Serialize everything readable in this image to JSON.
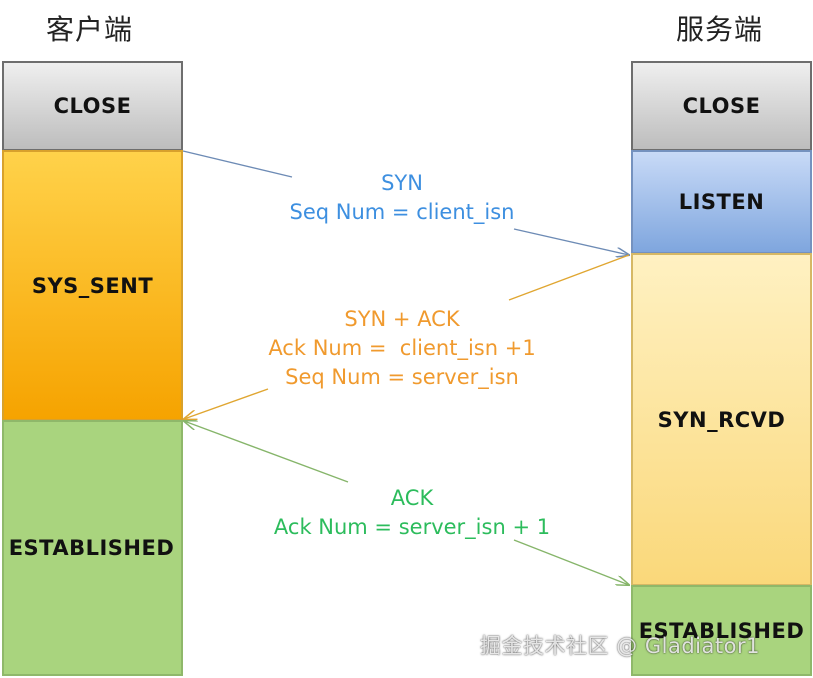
{
  "columns": {
    "client_title": "客户端",
    "server_title": "服务端"
  },
  "client_states": {
    "close": "CLOSE",
    "sys_sent": "SYS_SENT",
    "established": "ESTABLISHED"
  },
  "server_states": {
    "close": "CLOSE",
    "listen": "LISTEN",
    "syn_rcvd": "SYN_RCVD",
    "established": "ESTABLISHED"
  },
  "messages": {
    "syn": {
      "line1": "SYN",
      "line2": "Seq Num = client_isn",
      "color": "#3d8fe0"
    },
    "syn_ack": {
      "line1": "SYN + ACK",
      "line2": "Ack Num =  client_isn +1",
      "line3": "Seq Num = server_isn",
      "color": "#f09a2e"
    },
    "ack": {
      "line1": "ACK",
      "line2": "Ack Num = server_isn + 1",
      "color": "#2cbc5c"
    }
  },
  "watermark": "掘金技术社区 @ Gladiator1"
}
